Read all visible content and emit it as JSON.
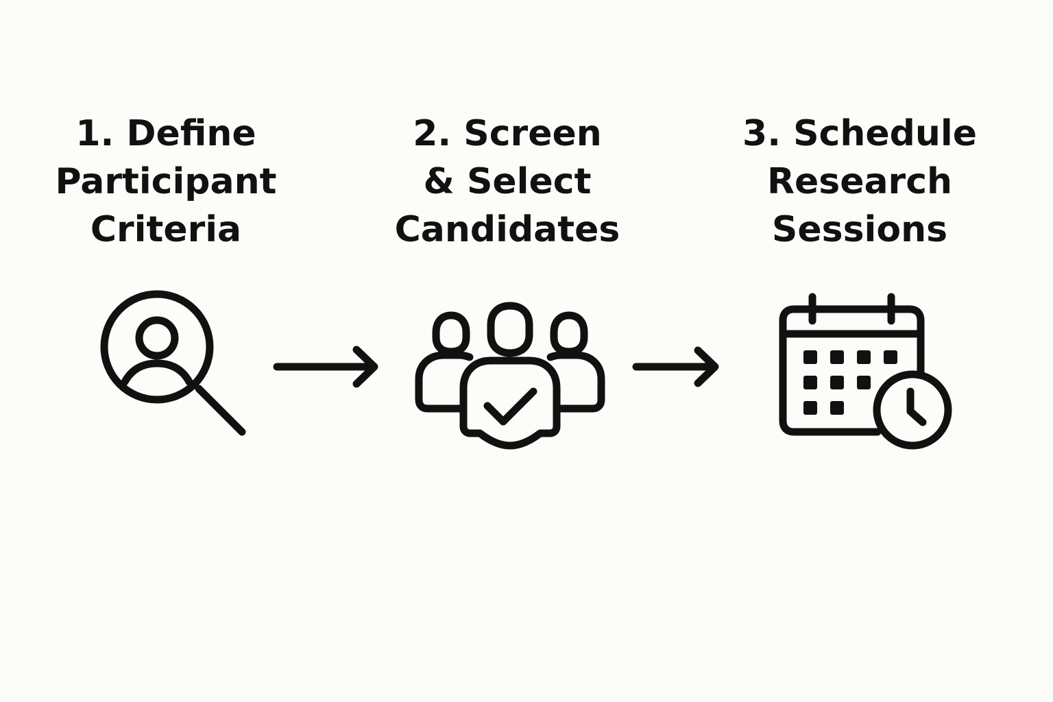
{
  "diagram": {
    "steps": [
      {
        "number": "1.",
        "title_lines": [
          "1. Define",
          "Participant",
          "Criteria"
        ],
        "icon": "search-person-icon"
      },
      {
        "number": "2.",
        "title_lines": [
          "2. Screen",
          "& Select",
          "Candidates"
        ],
        "icon": "users-check-icon"
      },
      {
        "number": "3.",
        "title_lines": [
          "3. Schedule",
          "Research",
          "Sessions"
        ],
        "icon": "calendar-clock-icon"
      }
    ],
    "connectors": [
      "arrow-right-icon",
      "arrow-right-icon"
    ],
    "colors": {
      "background": "#fcfcf9",
      "ink": "#111111"
    }
  }
}
